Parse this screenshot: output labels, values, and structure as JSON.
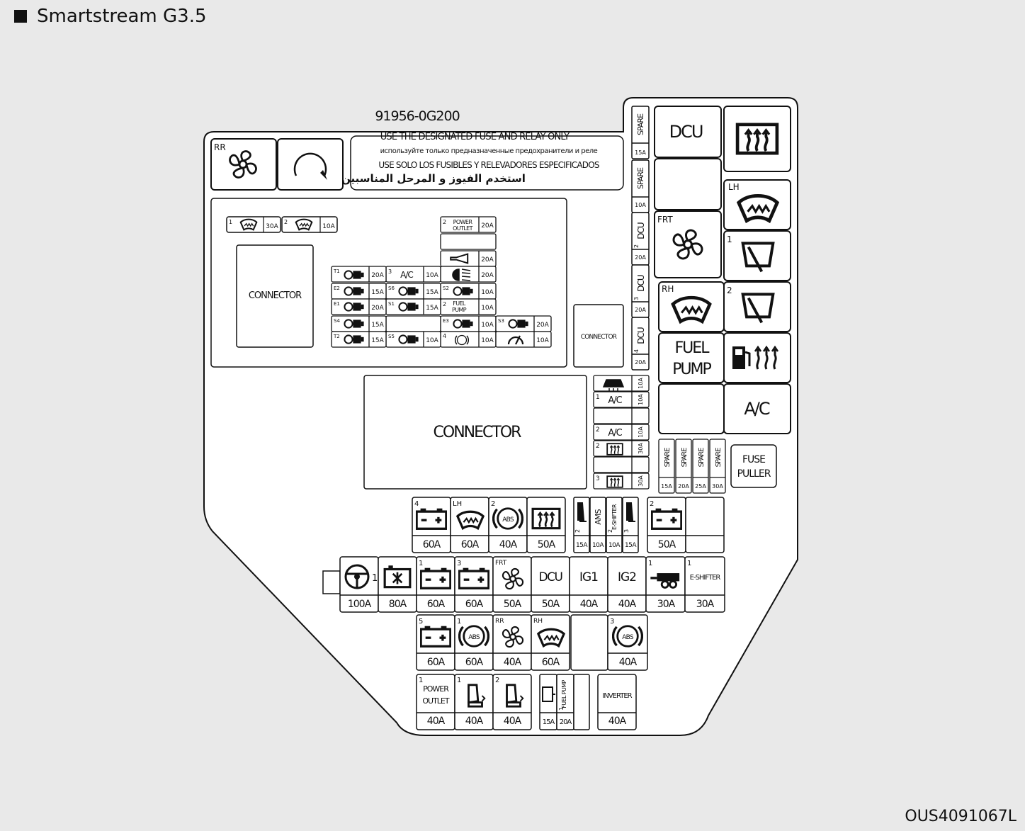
{
  "heading": "Smartstream G3.5",
  "figure_code": "OUS4091067L",
  "label_panel": {
    "part_number": "91956-0G200",
    "lines": [
      "USE THE DESIGNATED FUSE AND RELAY ONLY",
      "используйте только предназначенные предохранители и реле",
      "USE SOLO LOS FUSIBLES Y RELEVADORES ESPECIFICADOS",
      "استخدم الفيوز و المرحل المناسبين"
    ]
  },
  "top_left": {
    "rr_label": "RR"
  },
  "inner_panel": {
    "wiper_fuse_1": {
      "num": "1",
      "amp": "30A"
    },
    "wiper_fuse_2": {
      "num": "2",
      "amp": "10A"
    },
    "connector_left": "CONNECTOR",
    "power_outlet": {
      "num": "2",
      "label1": "POWER",
      "label2": "OUTLET",
      "amp": "20A"
    },
    "horn_amp": "20A",
    "ac": {
      "num": "3",
      "label": "A/C",
      "amp": "10A"
    },
    "lamp_amp": "20A",
    "fuel_pump": {
      "num": "2",
      "label1": "FUEL",
      "label2": "PUMP",
      "amp": "10A"
    },
    "rows": [
      [
        {
          "tag": "T1",
          "amp": "20A"
        }
      ],
      [
        {
          "tag": "E2",
          "amp": "15A"
        },
        {
          "tag": "S6",
          "amp": "15A"
        },
        {
          "tag": "S2",
          "amp": "10A"
        }
      ],
      [
        {
          "tag": "E1",
          "amp": "20A"
        },
        {
          "tag": "S1",
          "amp": "15A"
        }
      ],
      [
        {
          "tag": "S4",
          "amp": "15A"
        },
        {
          "tag": "E3",
          "amp": "10A"
        },
        {
          "tag": "S3",
          "amp": "20A"
        }
      ],
      [
        {
          "tag": "T2",
          "amp": "15A"
        },
        {
          "tag": "S5",
          "amp": "10A"
        },
        {
          "tag": "4",
          "amp": "10A"
        },
        {
          "tag": "",
          "amp": "10A"
        }
      ]
    ],
    "connector_small": "CONNECTOR"
  },
  "right_column": {
    "spare_1": {
      "label": "SPARE",
      "amp": "15A"
    },
    "spare_2": {
      "label": "SPARE",
      "amp": "10A"
    },
    "dcu_2": {
      "label": "DCU",
      "num": "2",
      "amp": "20A"
    },
    "dcu_3": {
      "label": "DCU",
      "num": "3",
      "amp": "20A"
    },
    "dcu_4": {
      "label": "DCU",
      "num": "4",
      "amp": "20A"
    }
  },
  "relays": {
    "dcu": "DCU",
    "lh": "LH",
    "frt": "FRT",
    "wiper_1": "1",
    "rh": "RH",
    "wiper_2": "2",
    "fuel_pump_1": "FUEL",
    "fuel_pump_2": "PUMP",
    "ac": "A/C"
  },
  "center": {
    "connector": "CONNECTOR",
    "mini": [
      {
        "label": "",
        "amp": "10A"
      },
      {
        "num": "1",
        "label": "A/C",
        "amp": "10A"
      },
      {
        "label": "",
        "amp": ""
      },
      {
        "num": "2",
        "label": "A/C",
        "amp": "10A"
      },
      {
        "num": "2",
        "label": "",
        "amp": "30A"
      },
      {
        "label": "",
        "amp": ""
      },
      {
        "num": "3",
        "label": "",
        "amp": "30A"
      }
    ]
  },
  "spares_bottom": [
    {
      "label": "SPARE",
      "amp": "15A"
    },
    {
      "label": "SPARE",
      "amp": "20A"
    },
    {
      "label": "SPARE",
      "amp": "25A"
    },
    {
      "label": "SPARE",
      "amp": "30A"
    }
  ],
  "fuse_puller": [
    "FUSE",
    "PULLER"
  ],
  "row1": {
    "fuses": [
      {
        "num": "4",
        "amp": "60A"
      },
      {
        "num": "LH",
        "amp": "60A"
      },
      {
        "num": "2",
        "amp": "40A",
        "text": "ABS"
      },
      {
        "num": "",
        "amp": "50A"
      }
    ],
    "small": [
      {
        "num": "2",
        "label": "",
        "amp": "15A"
      },
      {
        "num": "",
        "label": "AMS",
        "amp": "10A"
      },
      {
        "num": "2",
        "label": "E-SHIFTER",
        "amp": "10A"
      },
      {
        "num": "3",
        "label": "",
        "amp": "15A"
      }
    ],
    "battery2": {
      "num": "2",
      "amp": "50A"
    }
  },
  "row2": [
    {
      "num": "1",
      "amp": "100A"
    },
    {
      "num": "",
      "amp": "80A"
    },
    {
      "num": "1",
      "amp": "60A"
    },
    {
      "num": "3",
      "amp": "60A"
    },
    {
      "num": "FRT",
      "amp": "50A"
    },
    {
      "num": "",
      "label": "DCU",
      "amp": "50A"
    },
    {
      "num": "",
      "label": "IG1",
      "amp": "40A"
    },
    {
      "num": "",
      "label": "IG2",
      "amp": "40A"
    },
    {
      "num": "1",
      "amp": "30A"
    },
    {
      "num": "1",
      "label": "E-SHIFTER",
      "amp": "30A"
    }
  ],
  "row3": [
    {
      "num": "5",
      "amp": "60A"
    },
    {
      "num": "1",
      "amp": "60A",
      "text": "ABS"
    },
    {
      "num": "RR",
      "amp": "40A"
    },
    {
      "num": "RH",
      "amp": "60A"
    },
    {
      "num": "3",
      "amp": "40A",
      "text": "ABS"
    }
  ],
  "row4": {
    "power_outlet": {
      "num": "1",
      "label1": "POWER",
      "label2": "OUTLET",
      "amp": "40A"
    },
    "seat1": {
      "num": "1",
      "amp": "40A"
    },
    "seat2": {
      "num": "2",
      "amp": "40A"
    },
    "small_amp": "15A",
    "fuel_pump": {
      "num": "1",
      "label": "FUEL PUMP",
      "amp": "20A"
    },
    "inverter": {
      "label": "INVERTER",
      "amp": "40A"
    }
  }
}
